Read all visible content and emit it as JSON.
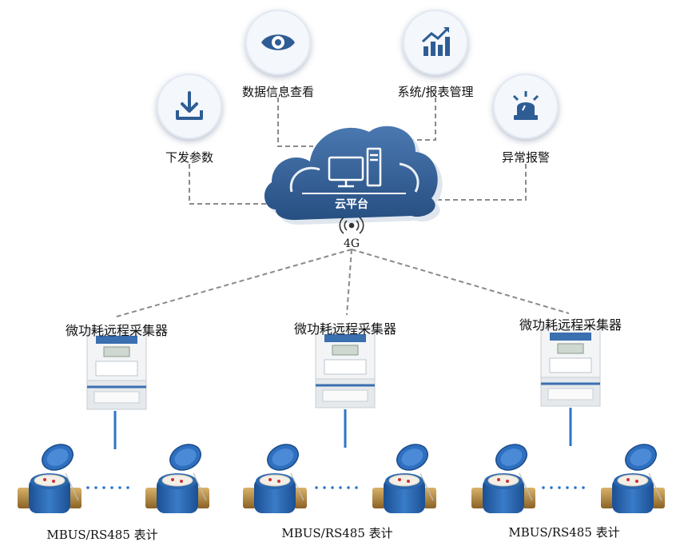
{
  "cloud": {
    "label": "云平台",
    "link_label": "4G"
  },
  "functions": [
    {
      "label": "下发参数",
      "icon": "download-icon"
    },
    {
      "label": "数据信息查看",
      "icon": "eye-icon"
    },
    {
      "label": "系统/报表管理",
      "icon": "chart-icon"
    },
    {
      "label": "异常报警",
      "icon": "alarm-icon"
    }
  ],
  "collectors": [
    {
      "label": "微功耗远程采集器",
      "meters_label": "MBUS/RS485 表计"
    },
    {
      "label": "微功耗远程采集器",
      "meters_label": "MBUS/RS485 表计"
    },
    {
      "label": "微功耗远程采集器",
      "meters_label": "MBUS/RS485 表计"
    }
  ],
  "colors": {
    "accent": "#2e5d95",
    "line": "#8a8a8a",
    "meter_blue": "#1f5fa8",
    "brass": "#b98a3c"
  }
}
